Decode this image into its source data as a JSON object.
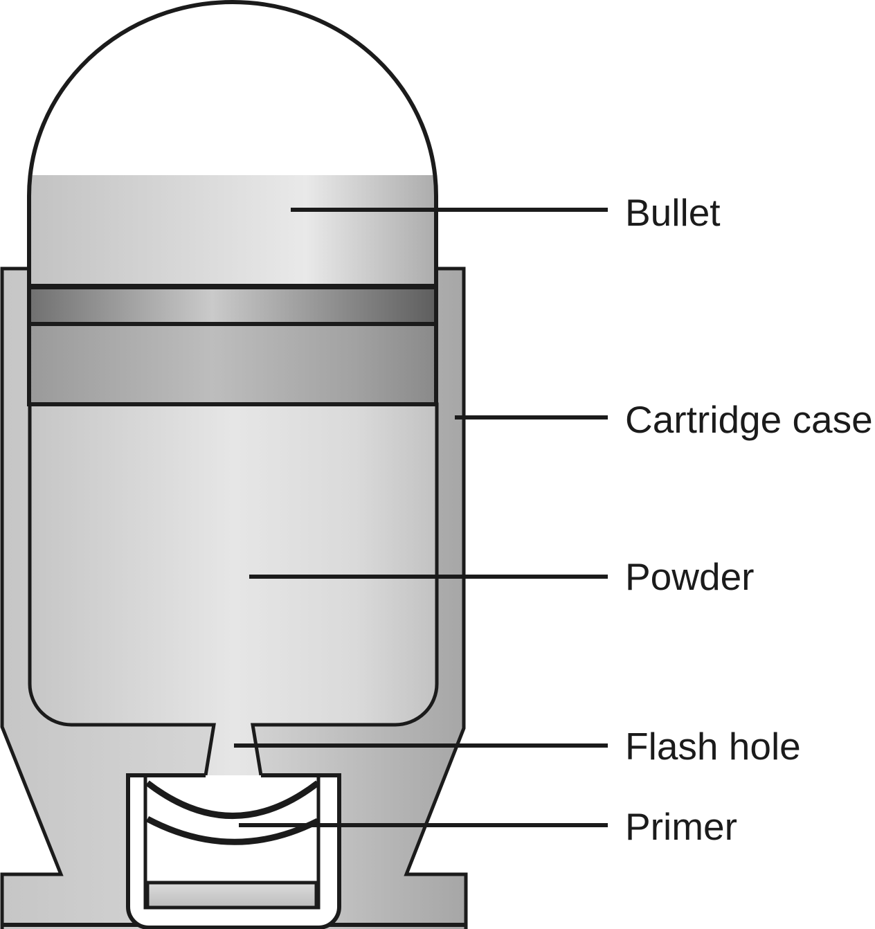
{
  "diagram": {
    "type": "cartridge-cross-section",
    "labels": {
      "bullet": "Bullet",
      "cartridge_case": "Cartridge case",
      "powder": "Powder",
      "flash_hole": "Flash hole",
      "primer": "Primer"
    },
    "colors": {
      "outline": "#1b1b1b",
      "background": "#ffffff",
      "bullet_tip": "#ffffff",
      "bullet_body_light": "#e9e9e9",
      "bullet_body_dark": "#acacac",
      "crimp_band_dark": "#5e5e5e",
      "crimp_band_light": "#cacaca",
      "base_band_mid": "#bdbdbd",
      "case_gray": "#c6c6c6",
      "powder_light": "#e6e6e6",
      "primer_cup": "#ffffff",
      "primer_filler": "#c9c9c9"
    }
  }
}
